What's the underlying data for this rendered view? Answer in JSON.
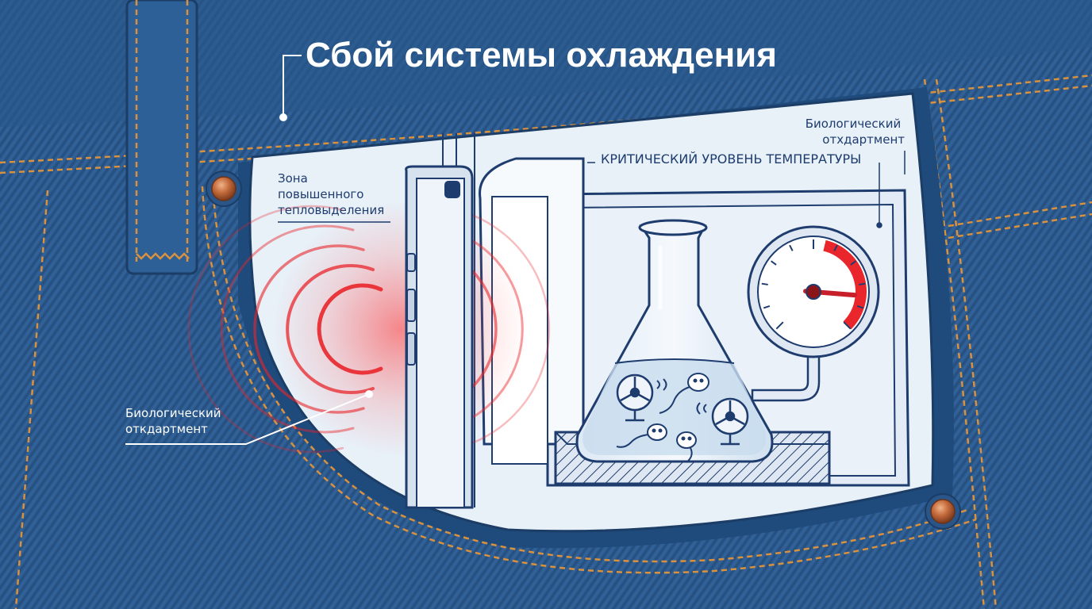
{
  "title": "Сбой системы охлаждения",
  "labels": {
    "heat_zone": [
      "Зона",
      "повышенного",
      "тепловыделения"
    ],
    "bio_compartment_left": [
      "Биологический",
      "откдартмент"
    ],
    "bio_compartment_right": [
      "Биологический",
      "отхдартмент"
    ],
    "critical_temperature": "КРИТИЧЕСКИЙ УРОВЕНЬ ТЕМПЕРАТУРЫ"
  },
  "gauge": {
    "level": 0.85
  },
  "colors": {
    "denim": "#2d5d93",
    "stitch": "#d9913e",
    "pocket_interior": "#e8f0f8",
    "heat": "#e8262b",
    "outline": "#1e3c6e",
    "rivet": "#c46a3b"
  },
  "icons": [
    "smartphone-icon",
    "flask-icon",
    "temperature-gauge-icon",
    "fan-icon",
    "sperm-cell-icon",
    "copper-rivet-icon"
  ]
}
